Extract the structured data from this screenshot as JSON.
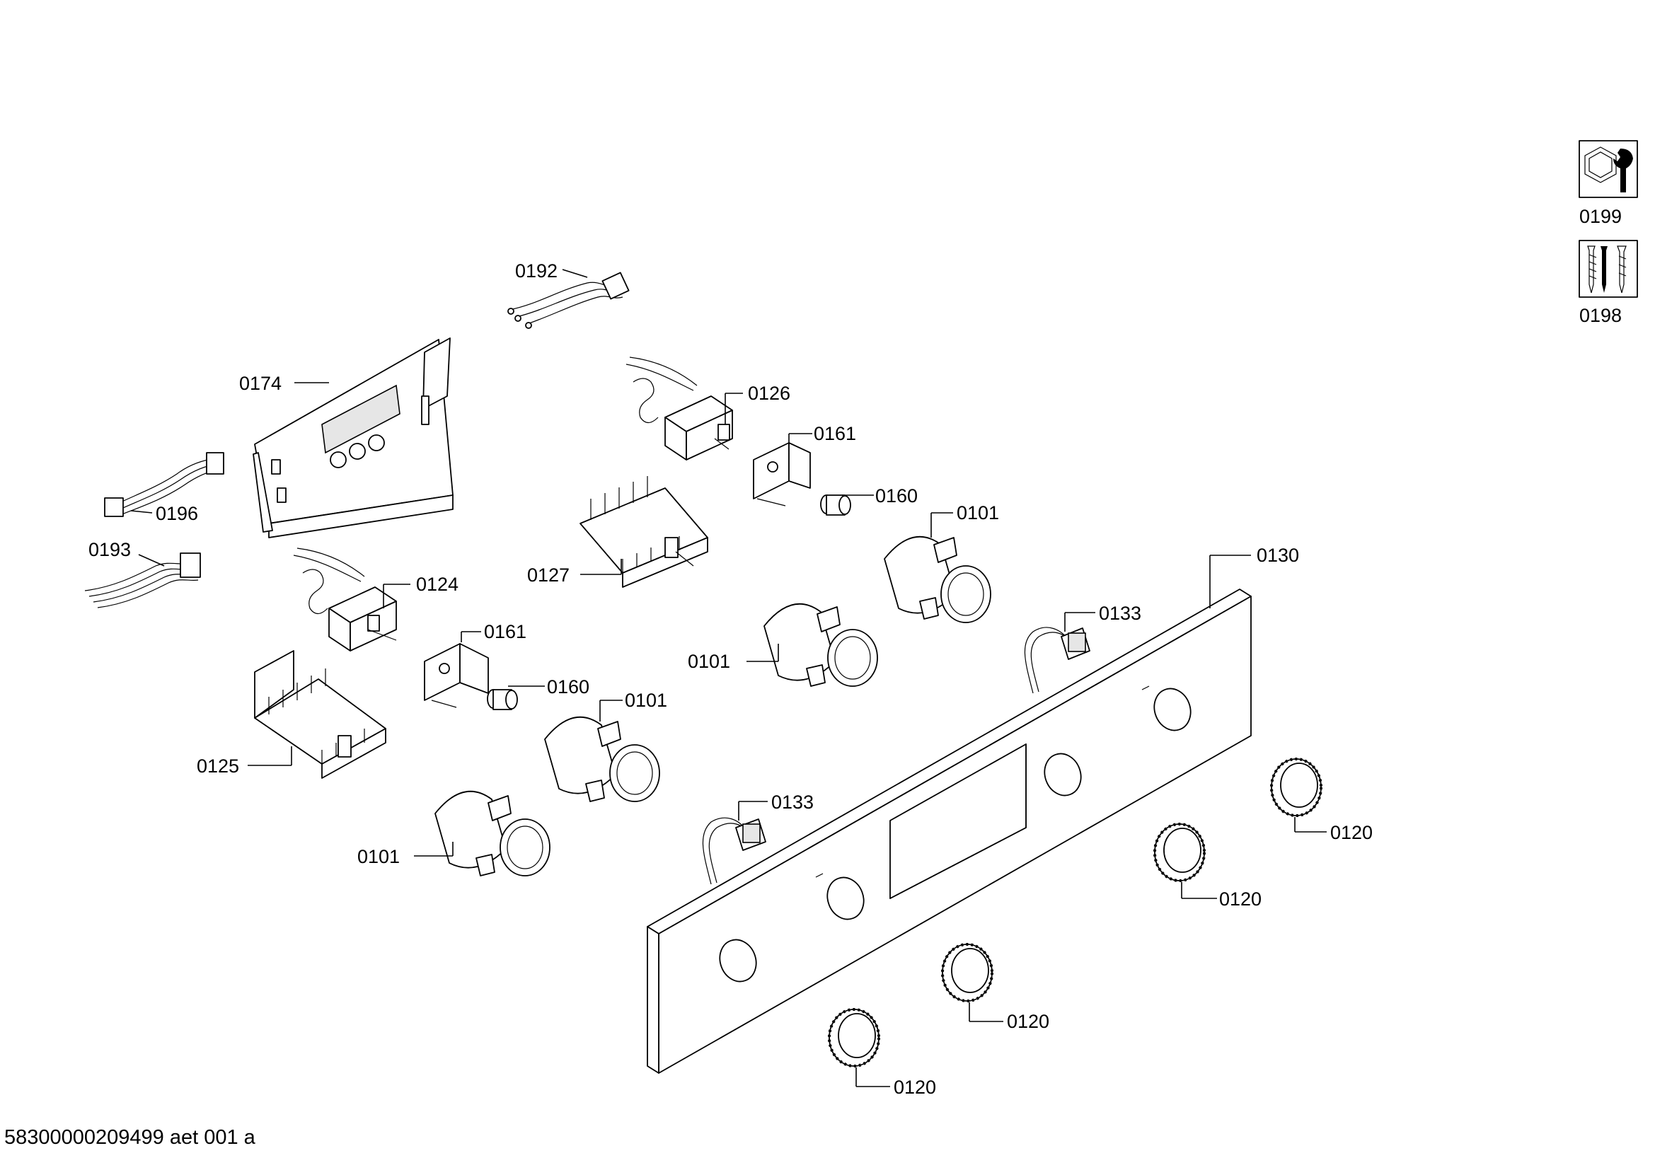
{
  "document_id": "58300000209499 aet 001 a",
  "icons": [
    {
      "id": "0199",
      "icon": "nut-and-wrench-icon"
    },
    {
      "id": "0198",
      "icon": "screws-icon"
    }
  ],
  "callouts": {
    "c0192": "0192",
    "c0174": "0174",
    "c0126": "0126",
    "c0161a": "0161",
    "c0160a": "0160",
    "c0101a": "0101",
    "c0196": "0196",
    "c0193": "0193",
    "c0124": "0124",
    "c0127": "0127",
    "c0130": "0130",
    "c0133a": "0133",
    "c0161b": "0161",
    "c0160b": "0160",
    "c0101b": "0101",
    "c0101c": "0101",
    "c0125": "0125",
    "c0133b": "0133",
    "c0101d": "0101",
    "c0120a": "0120",
    "c0120b": "0120",
    "c0120c": "0120",
    "c0120d": "0120"
  }
}
